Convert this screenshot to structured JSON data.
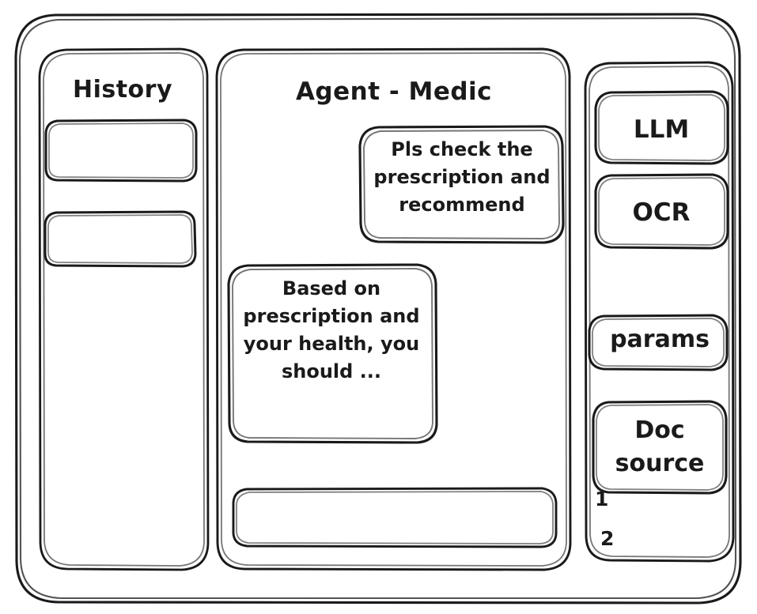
{
  "window": {
    "name": "agent-medic-wireframe"
  },
  "sidebar": {
    "title": "History",
    "items": [
      {
        "label": "",
        "name": "history-item-1"
      },
      {
        "label": "",
        "name": "history-item-2"
      }
    ]
  },
  "main": {
    "title": "Agent - Medic",
    "messages": [
      {
        "role": "user",
        "text": "Pls check the prescription and recommend"
      },
      {
        "role": "assistant",
        "text": "Based on prescription and your health, you should ..."
      }
    ],
    "composer": {
      "value": "",
      "placeholder": ""
    }
  },
  "rail": {
    "buttons": [
      {
        "label": "LLM"
      },
      {
        "label": "OCR"
      },
      {
        "label": "params"
      },
      {
        "label": "Doc source"
      }
    ],
    "sources": [
      "1",
      "2"
    ]
  },
  "colors": {
    "stroke": "#1a1a1a",
    "background": "#ffffff"
  }
}
